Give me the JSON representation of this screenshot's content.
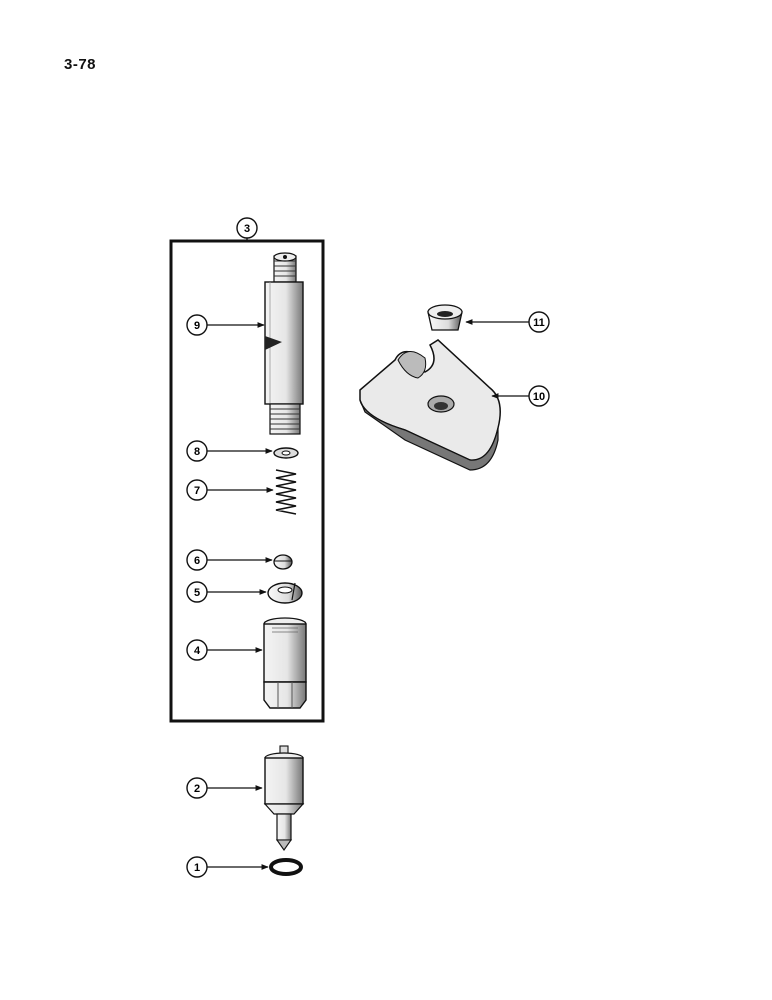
{
  "page": {
    "number": "3-78"
  },
  "callouts": {
    "c1": "1",
    "c2": "2",
    "c3": "3",
    "c4": "4",
    "c5": "5",
    "c6": "6",
    "c7": "7",
    "c8": "8",
    "c9": "9",
    "c10": "10",
    "c11": "11"
  }
}
